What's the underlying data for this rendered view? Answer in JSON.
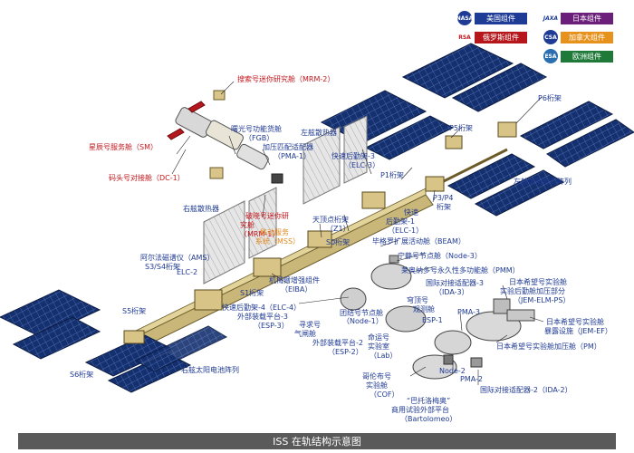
{
  "legend": [
    {
      "logo": "NASA",
      "label": "美国组件",
      "color": "#1e3c96",
      "logo_color": "#1e3c96"
    },
    {
      "logo": "JAXA",
      "label": "日本组件",
      "color": "#6b1f7a",
      "logo_color": "#1e3c96"
    },
    {
      "logo": "RSA",
      "label": "俄罗斯组件",
      "color": "#b5171d",
      "logo_color": "#c4171d"
    },
    {
      "logo": "CSA",
      "label": "加拿大组件",
      "color": "#e8921e",
      "logo_color": "#1e3c96"
    },
    {
      "logo": "ESA",
      "label": "欧洲组件",
      "color": "#1f7a3a",
      "logo_color": "#2a6fb0"
    }
  ],
  "labels": {
    "mrm2": "搜索号迷你研究舱（MRM-2）",
    "fgb": "曙光号功能货舱",
    "fgb2": "（FGB）",
    "sm": "星辰号服务舱（SM）",
    "pma1": "加压匹配适配器",
    "pma1b": "（PMA-1）",
    "dc1": "码头号对接舱（DC-1）",
    "lsr": "左舷散热器",
    "elc3a": "快速后勤架-3",
    "elc3b": "（ELC-3）",
    "p1": "P1桁架",
    "p5": "P5桁架",
    "p6": "P6桁架",
    "lsolar": "左舷太阳电池阵列",
    "p3p4a": "P3/P4",
    "p3p4b": "桁架",
    "rsr": "右舷散热器",
    "mrm1a": "破晓号迷你研",
    "mrm1b": "究舱",
    "mrm1c": "（MRM-1）",
    "mssa": "移动服务",
    "mssb": "系统（MSS）",
    "elc1a": "快速",
    "elc1b": "后勤架-1",
    "elc1c": "（ELC-1）",
    "z1a": "天顶点桁架",
    "z1b": "（Z1）",
    "s0": "S0桁架",
    "beam": "毕格罗扩展活动舱（BEAM）",
    "node3": "宁静号节点舱（Node-3）",
    "pmm": "莱奥纳多号永久性多功能舱（PMM）",
    "ams": "阿尔法磁谱仪（AMS）",
    "s3s4": "S3/S4桁架",
    "elc2": "ELC-2",
    "s1": "S1桁架",
    "eiba": "机械臂增强组件",
    "eiba2": "（EIBA）",
    "ida3a": "国际对接适配器-3",
    "ida3b": "（IDA-3）",
    "jempsa": "日本希望号实验舱",
    "jempsb": "实验后勤舱加压部分",
    "jempsc": "（JEM-ELM-PS）",
    "cupolaa": "穹顶号",
    "cupolab": "观测舱",
    "esp1": "ESP-1",
    "elc4a": "快速后勤架-4（ELC-4）",
    "esp3a": "外部装载平台-3",
    "esp3b": "（ESP-3）",
    "s5": "S5桁架",
    "quest1": "寻求号",
    "quest2": "气闸舱",
    "node1a": "团结号节点舱",
    "node1b": "（Node-1）",
    "esp2": "外部装载平台-2",
    "esp2b": "（ESP-2）",
    "pma3": "PMA-3",
    "jefa": "日本希望号实验舱",
    "jefb": "暴露设施（JEM-EF）",
    "laba": "命运号",
    "labb": "实验室",
    "labc": "（Lab）",
    "jpm": "日本希望号实验舱加压舱（PM）",
    "s6": "S6桁架",
    "rsolar": "右舷太阳电池阵列",
    "node2": "Node-2",
    "pma2": "PMA-2",
    "ida2": "国际对接适配器-2（IDA-2）",
    "cofa": "哥伦布号",
    "cofb": "实验舱",
    "cofc": "（COF）",
    "bartoa": "“巴托洛梅奥”",
    "bartob": "商用试验外部平台",
    "bartoc": "（Bartolomeo）"
  },
  "caption": "ISS 在轨结构示意图"
}
